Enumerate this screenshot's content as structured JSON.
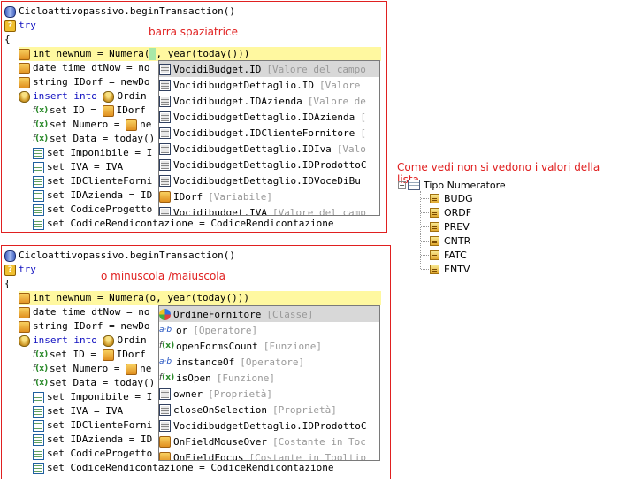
{
  "annotations": {
    "top_label": "barra spaziatrice",
    "bottom_label": "o minuscola /maiuscola",
    "side_label": "Come vedi non si vedono i valori della lista"
  },
  "editor_top": {
    "lines": [
      {
        "kind": "plain",
        "text": "Cicloattivopassivo.beginTransaction()"
      },
      {
        "kind": "kw",
        "text": "try"
      },
      {
        "kind": "plain",
        "text": "{"
      },
      {
        "kind": "plain",
        "text": "int newnum = Numera(",
        "tail": ", year(today()))"
      },
      {
        "kind": "plain",
        "text": "date time dtNow = no"
      },
      {
        "kind": "plain",
        "text": "string IDorf = newDo"
      },
      {
        "kind": "plain",
        "text": "insert into ",
        "tail": "Ordin"
      },
      {
        "kind": "plain",
        "text": "set ID = ",
        "tail": "IDorf"
      },
      {
        "kind": "plain",
        "text": "set Numero = ",
        "tail": "ne"
      },
      {
        "kind": "plain",
        "text": "set Data = today()"
      },
      {
        "kind": "plain",
        "text": "set Imponibile = I"
      },
      {
        "kind": "plain",
        "text": "set IVA = IVA"
      },
      {
        "kind": "plain",
        "text": "set IDClienteForni"
      },
      {
        "kind": "plain",
        "text": "set IDAzienda = ID"
      },
      {
        "kind": "plain",
        "text": "set CodiceProgetto"
      },
      {
        "kind": "plain",
        "text": "set CodiceRendicontazione = CodiceRendicontazione"
      }
    ],
    "popup_items": [
      {
        "name": "VocidiBudget.ID",
        "category": "[Valore del campo"
      },
      {
        "name": "VocidibudgetDettaglio.ID",
        "category": "[Valore"
      },
      {
        "name": "Vocidibudget.IDAzienda",
        "category": "[Valore de"
      },
      {
        "name": "VocidibudgetDettaglio.IDAzienda",
        "category": "["
      },
      {
        "name": "Vocidibudget.IDClienteFornitore",
        "category": "["
      },
      {
        "name": "VocidibudgetDettaglio.IDIva",
        "category": "[Valo"
      },
      {
        "name": "VocidibudgetDettaglio.IDProdottoC",
        "category": ""
      },
      {
        "name": "VocidibudgetDettaglio.IDVoceDiBu",
        "category": ""
      },
      {
        "name": "IDorf",
        "category": "[Variabile]"
      },
      {
        "name": "Vocidibudget.IVA",
        "category": "[Valore del camp"
      }
    ]
  },
  "editor_bottom": {
    "lines": [
      {
        "kind": "plain",
        "text": "Cicloattivopassivo.beginTransaction()"
      },
      {
        "kind": "kw",
        "text": "try"
      },
      {
        "kind": "plain",
        "text": "{"
      },
      {
        "kind": "plain",
        "text": "int newnum = Numera(o, year(today()))"
      },
      {
        "kind": "plain",
        "text": "date time dtNow = no"
      },
      {
        "kind": "plain",
        "text": "string IDorf = newDo"
      },
      {
        "kind": "plain",
        "text": "insert into ",
        "tail": "Ordin"
      },
      {
        "kind": "plain",
        "text": "set ID = ",
        "tail": "IDorf"
      },
      {
        "kind": "plain",
        "text": "set Numero = ",
        "tail": "ne"
      },
      {
        "kind": "plain",
        "text": "set Data = today()"
      },
      {
        "kind": "plain",
        "text": "set Imponibile = I"
      },
      {
        "kind": "plain",
        "text": "set IVA = IVA"
      },
      {
        "kind": "plain",
        "text": "set IDClienteForni"
      },
      {
        "kind": "plain",
        "text": "set IDAzienda = ID"
      },
      {
        "kind": "plain",
        "text": "set CodiceProgetto"
      },
      {
        "kind": "plain",
        "text": "set CodiceRendicontazione = CodiceRendicontazione"
      }
    ],
    "popup_items": [
      {
        "name": "OrdineFornitore",
        "category": "[Classe]"
      },
      {
        "name": "or",
        "category": "[Operatore]"
      },
      {
        "name": "openFormsCount",
        "category": "[Funzione]"
      },
      {
        "name": "instanceOf",
        "category": "[Operatore]"
      },
      {
        "name": "isOpen",
        "category": "[Funzione]"
      },
      {
        "name": "owner",
        "category": "[Proprietà]"
      },
      {
        "name": "closeOnSelection",
        "category": "[Proprietà]"
      },
      {
        "name": "VocidibudgetDettaglio.IDProdottoC",
        "category": ""
      },
      {
        "name": "OnFieldMouseOver",
        "category": "[Costante in Toc"
      },
      {
        "name": "OnFieldFocus",
        "category": "[Costante in Tooltip"
      }
    ]
  },
  "tree": {
    "root": "Tipo Numeratore",
    "items": [
      "BUDG",
      "ORDF",
      "PREV",
      "CNTR",
      "FATC",
      "ENTV"
    ]
  }
}
